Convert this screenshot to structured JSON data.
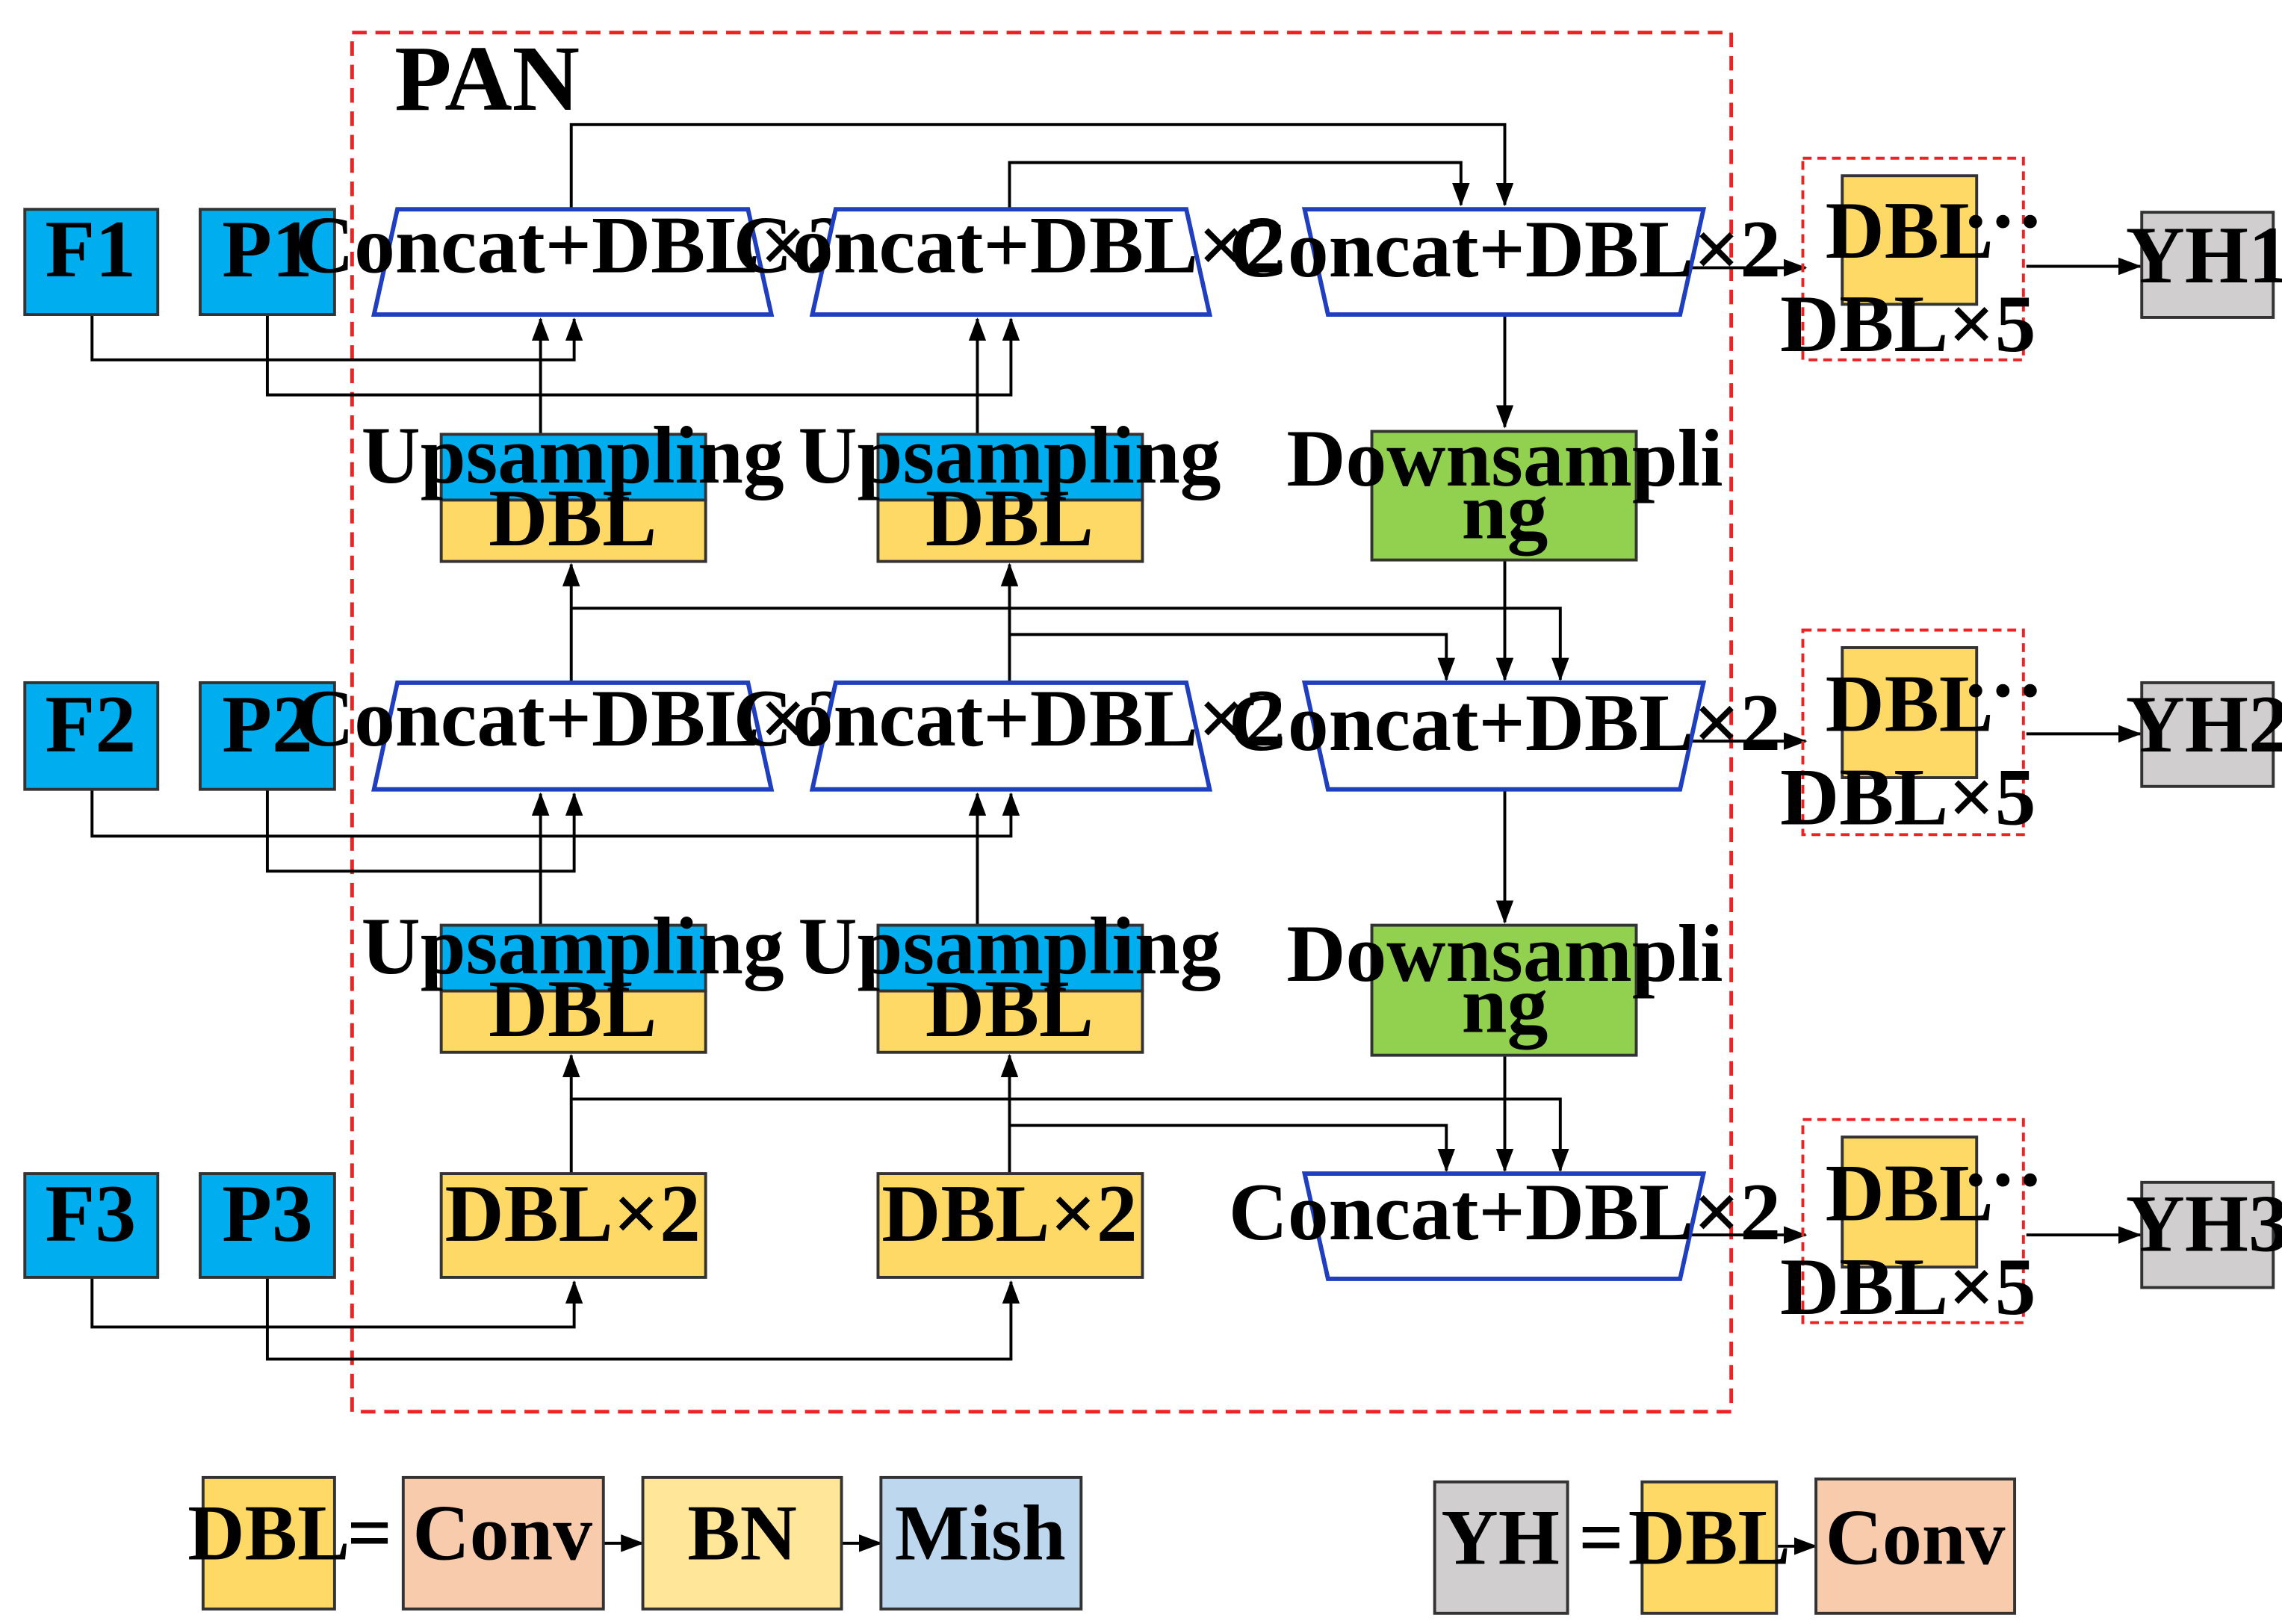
{
  "title": "PAN",
  "colors": {
    "feature_blue": "#00AEEF",
    "dbl_yellow": "#FFD966",
    "downsample_green": "#92D050",
    "output_gray": "#D0CECE",
    "conv_peach": "#F8CBAD",
    "bn_yellow": "#FFE699",
    "mish_blue": "#BDD7EE",
    "concat_border": "#1F3FBF",
    "dashed_red": "#EE2222"
  },
  "inputs": {
    "f1": "F1",
    "p1": "P1",
    "f2": "F2",
    "p2": "P2",
    "f3": "F3",
    "p3": "P3"
  },
  "nodes": {
    "concat": "Concat+DBL×2",
    "upsampling": "Upsampling",
    "dbl": "DBL",
    "dbl_x2": "DBL×2",
    "downsampling_line1": "Downsampli",
    "downsampling_line2": "ng"
  },
  "heads": {
    "dbl": "DBL",
    "ellipsis": "···",
    "caption": "DBL×5",
    "yh1": "YH1",
    "yh2": "YH2",
    "yh3": "YH3"
  },
  "legend": {
    "dbl": "DBL",
    "equals": "=",
    "conv": "Conv",
    "bn": "BN",
    "mish": "Mish",
    "yh": "YH"
  }
}
